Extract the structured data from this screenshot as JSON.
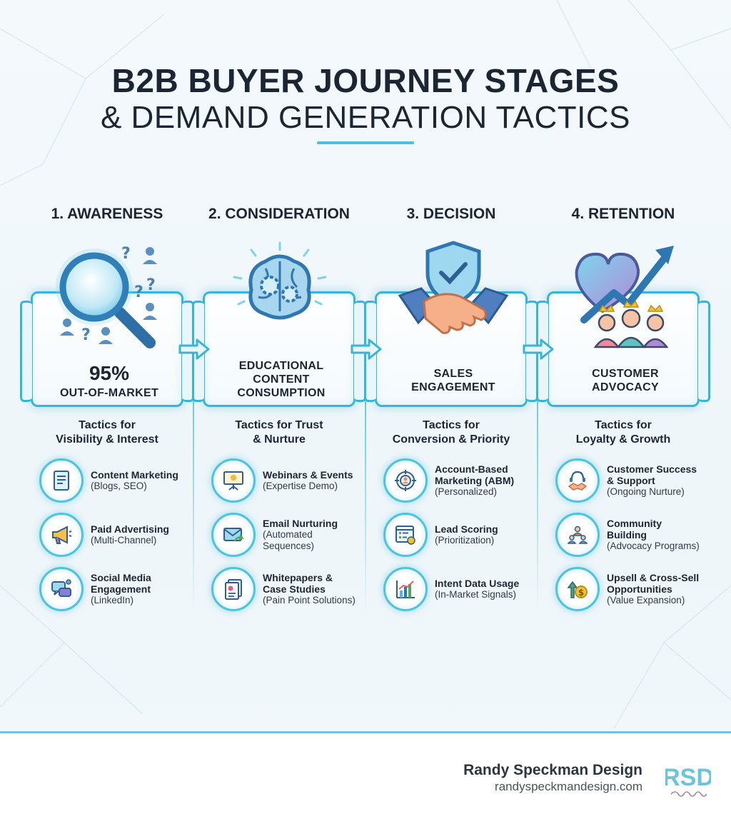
{
  "title": {
    "line1": "B2B BUYER JOURNEY STAGES",
    "line2": "& DEMAND GENERATION TACTICS"
  },
  "colors": {
    "accent": "#36b6d4",
    "text": "#1c2633"
  },
  "stages": [
    {
      "title": "1. AWARENESS",
      "hero_icon": "magnifier-people-icon",
      "stat": "95%",
      "panel_lines": [
        "OUT-OF-MARKET"
      ],
      "tactics_heading": [
        "Tactics for",
        "Visibility & Interest"
      ],
      "tactics": [
        {
          "icon": "document-icon",
          "name": [
            "Content Marketing"
          ],
          "desc": [
            "(Blogs, SEO)"
          ]
        },
        {
          "icon": "megaphone-icon",
          "name": [
            "Paid Advertising"
          ],
          "desc": [
            "(Multi-Channel)"
          ]
        },
        {
          "icon": "chat-bubbles-icon",
          "name": [
            "Social Media",
            "Engagement"
          ],
          "desc": [
            "(LinkedIn)"
          ]
        }
      ]
    },
    {
      "title": "2. CONSIDERATION",
      "hero_icon": "brain-gears-icon",
      "stat": "",
      "panel_lines": [
        "EDUCATIONAL",
        "CONTENT",
        "CONSUMPTION"
      ],
      "tactics_heading": [
        "Tactics for Trust",
        "& Nurture"
      ],
      "tactics": [
        {
          "icon": "presentation-board-icon",
          "name": [
            "Webinars & Events"
          ],
          "desc": [
            "(Expertise Demo)"
          ]
        },
        {
          "icon": "email-icon",
          "name": [
            "Email Nurturing"
          ],
          "desc": [
            "(Automated",
            "Sequences)"
          ]
        },
        {
          "icon": "papers-icon",
          "name": [
            "Whitepapers &",
            "Case Studies"
          ],
          "desc": [
            "(Pain Point Solutions)"
          ]
        }
      ]
    },
    {
      "title": "3. DECISION",
      "hero_icon": "handshake-shield-icon",
      "stat": "",
      "panel_lines": [
        "SALES",
        "ENGAGEMENT"
      ],
      "tactics_heading": [
        "Tactics for",
        "Conversion & Priority"
      ],
      "tactics": [
        {
          "icon": "target-person-icon",
          "name": [
            "Account-Based",
            "Marketing (ABM)"
          ],
          "desc": [
            "(Personalized)"
          ]
        },
        {
          "icon": "checklist-icon",
          "name": [
            "Lead Scoring"
          ],
          "desc": [
            "(Prioritization)"
          ]
        },
        {
          "icon": "bar-chart-icon",
          "name": [
            "Intent Data Usage"
          ],
          "desc": [
            "(In-Market Signals)"
          ]
        }
      ]
    },
    {
      "title": "4. RETENTION",
      "hero_icon": "heart-growth-customers-icon",
      "stat": "",
      "panel_lines": [
        "CUSTOMER",
        "ADVOCACY"
      ],
      "tactics_heading": [
        "Tactics for",
        "Loyalty & Growth"
      ],
      "tactics": [
        {
          "icon": "headset-handshake-icon",
          "name": [
            "Customer Success",
            "& Support"
          ],
          "desc": [
            "(Ongoing Nurture)"
          ]
        },
        {
          "icon": "community-icon",
          "name": [
            "Community",
            "Building"
          ],
          "desc": [
            "(Advocacy Programs)"
          ]
        },
        {
          "icon": "upsell-coin-icon",
          "name": [
            "Upsell & Cross-Sell",
            "Opportunities"
          ],
          "desc": [
            "(Value Expansion)"
          ]
        }
      ]
    }
  ],
  "footer": {
    "brand": "Randy Speckman Design",
    "url": "randyspeckmandesign.com",
    "logo_text": "RSD"
  }
}
